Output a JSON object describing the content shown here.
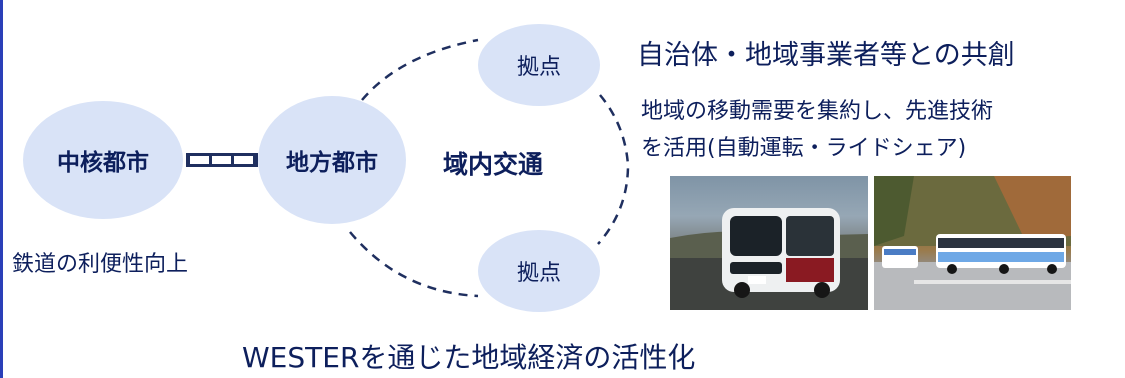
{
  "nodes": {
    "core_city": "中核都市",
    "local_city": "地方都市",
    "hub_top": "拠点",
    "hub_bottom": "拠点"
  },
  "labels": {
    "regional_transport": "域内交通",
    "rail_convenience": "鉄道の利便性向上",
    "cocreation_title": "自治体・地域事業者等との共創",
    "description_line1": "地域の移動需要を集約し、先進技術",
    "description_line2": "を活用(自動運転・ライドシェア)",
    "bottom_caption": "WESTERを通じた地域経済の活性化"
  },
  "colors": {
    "navy_text": "#0d1f5c",
    "circle_fill": "#d9e3f7",
    "accent_border": "#2a3fb8",
    "dashed_line": "#1f2f5f"
  },
  "photos": [
    {
      "subject": "autonomous shuttle vehicle"
    },
    {
      "subject": "articulated bus"
    }
  ]
}
